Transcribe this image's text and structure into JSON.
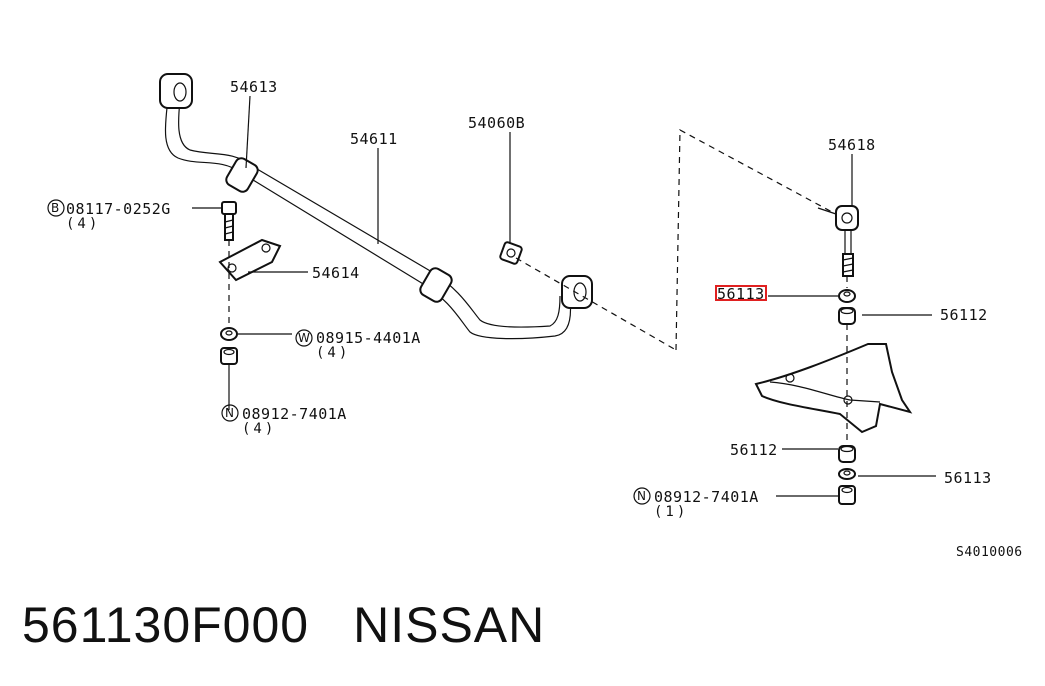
{
  "labels": {
    "p54613": "54613",
    "p54611": "54611",
    "p54060B": "54060B",
    "p54618": "54618",
    "p54614": "54614",
    "bolt": "08117-0252G",
    "bolt_qty": "(4)",
    "bolt_circle": "B",
    "washer": "08915-4401A",
    "washer_qty": "(4)",
    "washer_circle": "W",
    "nut_left": "08912-7401A",
    "nut_left_qty": "(4)",
    "nut_left_circle": "N",
    "p56113_top": "56113",
    "p56112_right": "56112",
    "p56112_left": "56112",
    "p56113_bottom": "56113",
    "nut_right": "08912-7401A",
    "nut_right_qty": "(1)",
    "nut_right_circle": "N",
    "drawing_code": "S4010006"
  },
  "highlight": {
    "color": "#e02020",
    "part": "56113"
  },
  "footer": {
    "part_number": "561130F000",
    "brand": "NISSAN"
  }
}
